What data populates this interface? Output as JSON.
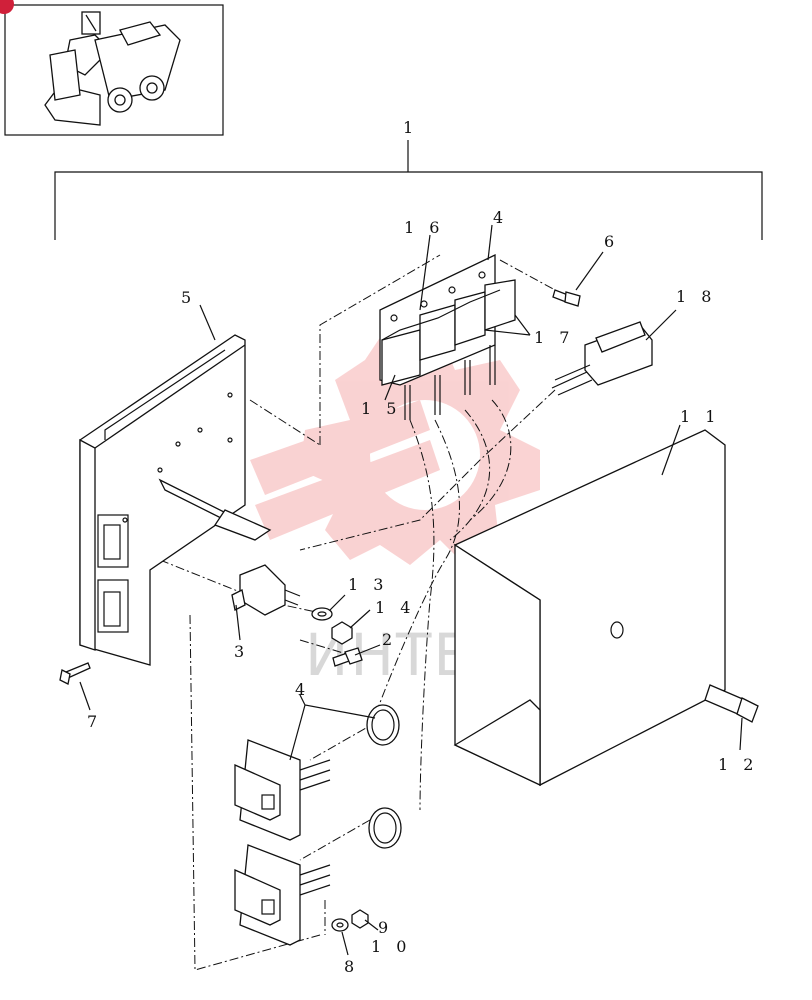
{
  "watermark": {
    "text": "ИНТЕХ",
    "color": "#f0a0a0"
  },
  "badge_color": "#d0203a",
  "callouts": {
    "c1": "1",
    "c2": "2",
    "c3": "3",
    "c4a": "4",
    "c4b": "4",
    "c5": "5",
    "c6": "6",
    "c7": "7",
    "c8": "8",
    "c9": "9",
    "c10": "1 0",
    "c11": "1 1",
    "c12": "1 2",
    "c13": "1 3",
    "c14": "1 4",
    "c15": "1 5",
    "c16": "1 6",
    "c17": "1 7",
    "c18": "1 8"
  }
}
